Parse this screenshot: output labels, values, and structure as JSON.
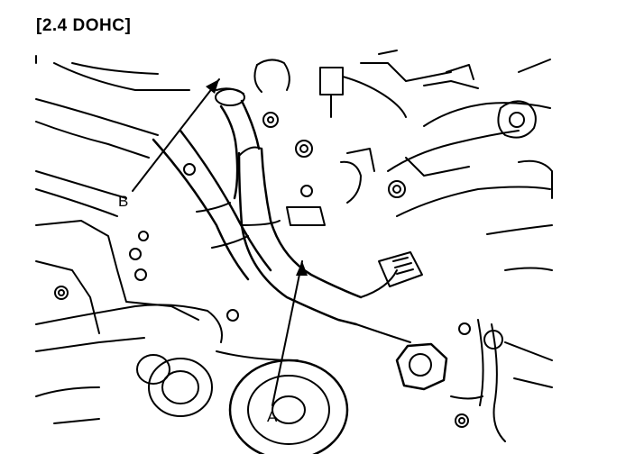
{
  "header": {
    "title": "[2.4 DOHC]"
  },
  "callouts": {
    "a": {
      "label": "A"
    },
    "b": {
      "label": "B"
    }
  },
  "colors": {
    "line": "#000000",
    "background": "#ffffff"
  }
}
